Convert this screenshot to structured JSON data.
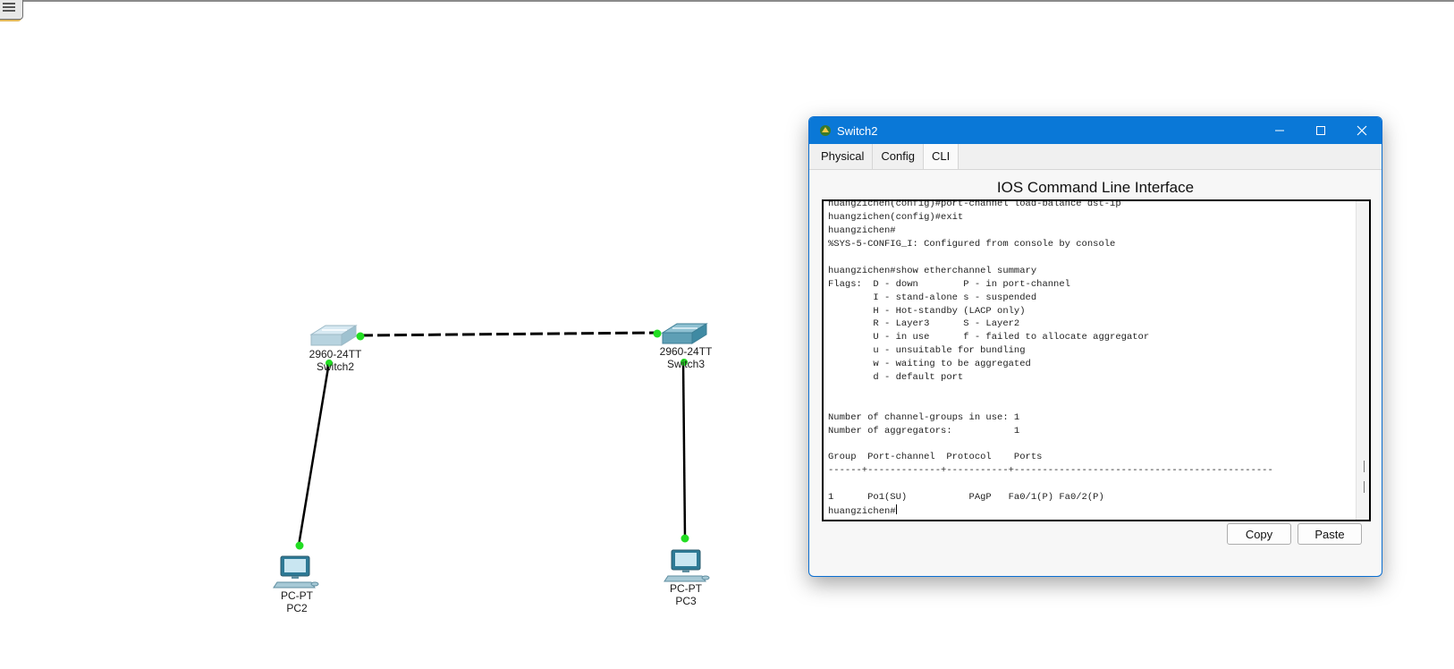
{
  "window": {
    "title": "Switch2",
    "tabs": [
      "Physical",
      "Config",
      "CLI"
    ],
    "active_tab": "CLI",
    "cli_heading": "IOS Command Line Interface",
    "terminal_lines": [
      "huangzichen(config)#port-channel load-balance dst-ip",
      "huangzichen(config)#exit",
      "huangzichen#",
      "%SYS-5-CONFIG_I: Configured from console by console",
      "",
      "huangzichen#show etherchannel summary",
      "Flags:  D - down        P - in port-channel",
      "        I - stand-alone s - suspended",
      "        H - Hot-standby (LACP only)",
      "        R - Layer3      S - Layer2",
      "        U - in use      f - failed to allocate aggregator",
      "        u - unsuitable for bundling",
      "        w - waiting to be aggregated",
      "        d - default port",
      "",
      "",
      "Number of channel-groups in use: 1",
      "Number of aggregators:           1",
      "",
      "Group  Port-channel  Protocol    Ports",
      "------+-------------+-----------+----------------------------------------------",
      "",
      "1      Po1(SU)           PAgP   Fa0/1(P) Fa0/2(P)"
    ],
    "prompt": "huangzichen#",
    "copy_label": "Copy",
    "paste_label": "Paste"
  },
  "devices": {
    "switch2": {
      "model": "2960-24TT",
      "name": "Switch2"
    },
    "switch3": {
      "model": "2960-24TT",
      "name": "Switch3"
    },
    "pc2": {
      "model": "PC-PT",
      "name": "PC2"
    },
    "pc3": {
      "model": "PC-PT",
      "name": "PC3"
    }
  },
  "colors": {
    "titlebar": "#0a78d7",
    "link_light": "#22dd22",
    "window_border": "#0a6ed1"
  }
}
